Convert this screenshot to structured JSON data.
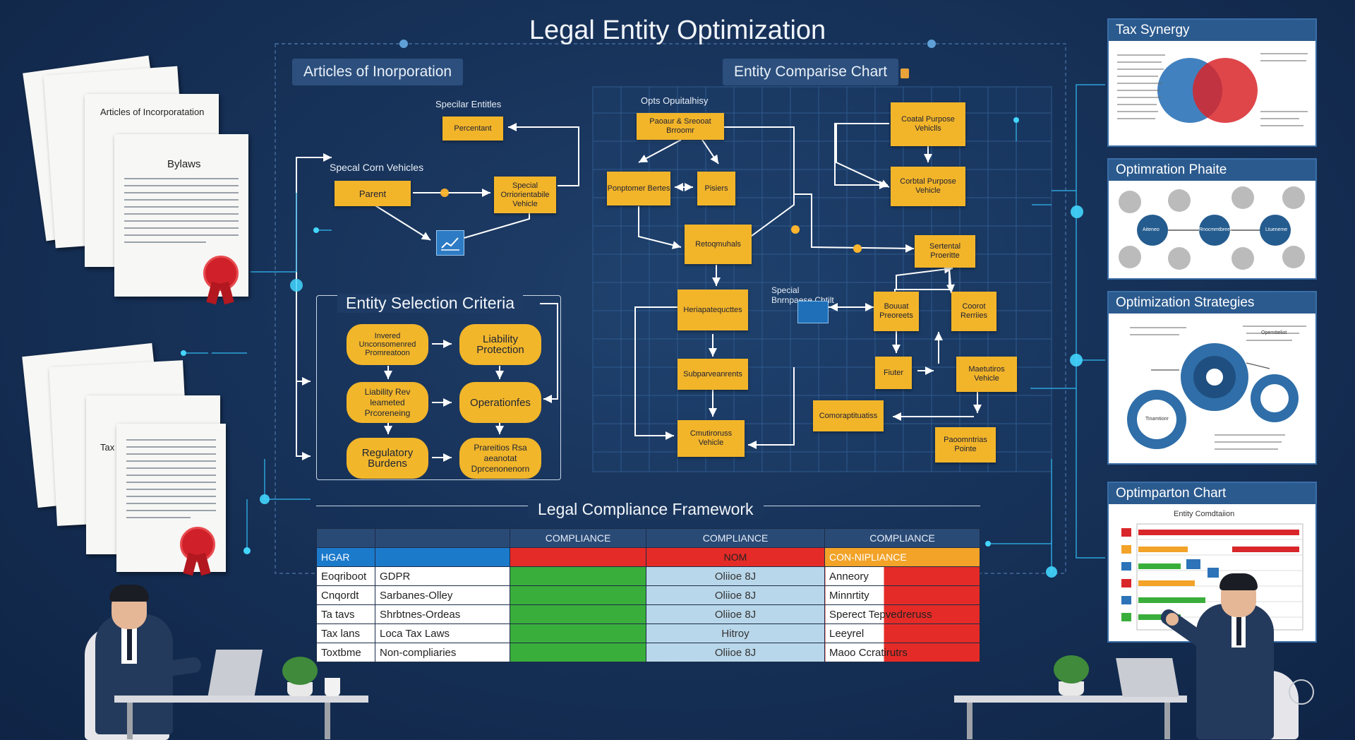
{
  "title": "Legal Entity Optimization",
  "left_docs": {
    "doc1_title": "Articles of Incorporatation",
    "doc2_title": "Bylaws",
    "doc3_title": "Tax"
  },
  "sections": {
    "articles": "Articles of Inorporation",
    "comparison": "Entity Comparise Chart",
    "selection": "Entity Selection Criteria",
    "compliance": "Legal Compliance Framework"
  },
  "left_diagram": {
    "label_special_entities": "Specilar Entitles",
    "label_special_vehicles": "Specal Corn Vehicles",
    "boxes": [
      "Percentant",
      "Parent",
      "Special Orriorientabile Vehicle"
    ]
  },
  "criteria": [
    "Invered Unconsomenred Promreatoon",
    "Liability Protection",
    "Liability Rev leameted Prcoreneing",
    "Operationfes",
    "Regulatory Burdens",
    "Prareitios Rsa aeanotat Dprcenonenorn"
  ],
  "comparison_chart": {
    "label_opts": "Opts Opuitalhisy",
    "label_special": "Special Bnrnpaese Chtilt",
    "boxes": [
      "Paoaur & Sreooat Brroomr",
      "Ponptomer Bertes",
      "Pisiers",
      "Retoqmuhals",
      "Heriapatequcttes",
      "Subparveanrents",
      "Cmutiroruss Vehicle",
      "Coatal Purpose Vehiclls",
      "Corbtal Purpose Vehicle",
      "Sertental Proeritte",
      "Bouuat Preoreets",
      "Coorot Rerriies",
      "Fiuter",
      "Maetutiros Vehicle",
      "Comoraptituatiss",
      "Paoomntrias Pointe"
    ]
  },
  "compliance_table": {
    "headers": [
      "",
      "",
      "COMPLIANCE",
      "COMPLIANCE",
      "COMPLIANCE"
    ],
    "first_row": [
      "HGAR",
      "",
      "",
      "NOM",
      "CON-NIPLIANCE"
    ],
    "rows": [
      [
        "Eoqriboot",
        "GDPR",
        "",
        "Oliioe 8J",
        "Anneory"
      ],
      [
        "Cnqordt",
        "Sarbanes-Olley",
        "",
        "Oliioe 8J",
        "Minnrtity"
      ],
      [
        "Ta tavs",
        "Shrbtnes-Ordeas",
        "",
        "Oliioe 8J",
        "Sperect Tepvedreruss"
      ],
      [
        "Tax lans",
        "Loca Tax Laws",
        "",
        "Hitroy",
        "Leeyrel"
      ],
      [
        "Toxtbme",
        "Non-compliaries",
        "",
        "Oliioe 8J",
        "Maoo Ccratirutrs"
      ]
    ]
  },
  "right_panels": {
    "p1": "Tax Synergy",
    "p2": "Optimration Phaite",
    "p3": "Optimization Strategies",
    "p4": "Optimparton Chart",
    "p4_inner_title": "Entity Comdtaiion",
    "p2_nodes": [
      "Aiteneo",
      "Rnocmmtbreet",
      "Ltueneme"
    ],
    "p3_nodes": [
      "Tinamtionr",
      "Operntteliot"
    ]
  },
  "colors": {
    "background": "#173259",
    "accent_yellow": "#f2b52a",
    "panel_header": "#2b5a8e",
    "glow": "#37c8ff"
  }
}
